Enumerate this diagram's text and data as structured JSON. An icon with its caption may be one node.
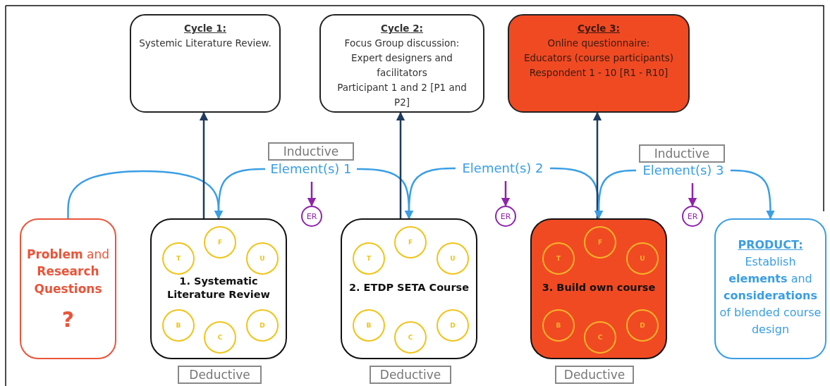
{
  "diagram": {
    "nodes": [
      {
        "text": [
          "Cycle 1:",
          "Systemic Literature Review."
        ]
      },
      {
        "text": [
          "Cycle 2:",
          "Focus Group discussion:",
          "Expert designers and facilitators",
          "Participant 1 and 2 [P1 and P2]"
        ]
      },
      {
        "text": [
          "Cycle 3:",
          "Online questionnaire:",
          "Educators (course participants)",
          "Respondent 1 - 10 [R1 - R10]"
        ]
      },
      {
        "text": [
          "Inductive"
        ]
      },
      {
        "text": [
          "Element(s) 1"
        ]
      },
      {
        "text": [
          "Element(s) 2"
        ]
      },
      {
        "text": [
          "Inductive"
        ]
      },
      {
        "text": [
          "Element(s) 3"
        ]
      },
      {
        "text": [
          "ER"
        ]
      },
      {
        "text": [
          "ER"
        ]
      },
      {
        "text": [
          "ER"
        ]
      },
      {
        "text": [
          "**Problem** and **Research Questions**",
          "?"
        ]
      },
      {
        "text": [
          "1.  Systematic Literature Review"
        ]
      },
      {
        "text": [
          "T"
        ],
        "in": 12
      },
      {
        "text": [
          "F"
        ],
        "in": 12
      },
      {
        "text": [
          "U"
        ],
        "in": 12
      },
      {
        "text": [
          "B"
        ],
        "in": 12
      },
      {
        "text": [
          "C"
        ],
        "in": 12
      },
      {
        "text": [
          "D"
        ],
        "in": 12
      },
      {
        "text": [
          "2.  ETDP SETA Course"
        ]
      },
      {
        "text": [
          "T"
        ],
        "in": 19
      },
      {
        "text": [
          "F"
        ],
        "in": 19
      },
      {
        "text": [
          "U"
        ],
        "in": 19
      },
      {
        "text": [
          "B"
        ],
        "in": 19
      },
      {
        "text": [
          "C"
        ],
        "in": 19
      },
      {
        "text": [
          "D"
        ],
        "in": 19
      },
      {
        "text": [
          "3.  Build own course"
        ]
      },
      {
        "text": [
          "T"
        ],
        "in": 26
      },
      {
        "text": [
          "F"
        ],
        "in": 26
      },
      {
        "text": [
          "U"
        ],
        "in": 26
      },
      {
        "text": [
          "B"
        ],
        "in": 26
      },
      {
        "text": [
          "C"
        ],
        "in": 26
      },
      {
        "text": [
          "D"
        ],
        "in": 26
      },
      {
        "text": [
          "PRODUCT:",
          "Establish **elements** and **considerations** of blended course design"
        ]
      },
      {
        "text": [
          "Deductive"
        ]
      },
      {
        "text": [
          "Deductive"
        ]
      },
      {
        "text": [
          "Deductive"
        ]
      }
    ],
    "edges": [
      {
        "from": 11,
        "to": 12,
        "arrow": "to"
      },
      {
        "from": 12,
        "to": 0,
        "arrow": "to",
        "color": "#1f3a5f"
      },
      {
        "from": 4,
        "to": 12,
        "arrow": "to"
      },
      {
        "from": 4,
        "to": 19,
        "arrow": "to"
      },
      {
        "from": 19,
        "to": 1,
        "arrow": "to",
        "color": "#1f3a5f"
      },
      {
        "from": 5,
        "to": 19,
        "arrow": "to"
      },
      {
        "from": 5,
        "to": 26,
        "arrow": "to"
      },
      {
        "from": 26,
        "to": 2,
        "arrow": "to",
        "color": "#1f3a5f"
      },
      {
        "from": 7,
        "to": 26,
        "arrow": "to"
      },
      {
        "from": 7,
        "to": 33,
        "arrow": "to"
      },
      {
        "from": 4,
        "to": 8,
        "arrow": "to",
        "color": "#8e24aa"
      },
      {
        "from": 5,
        "to": 9,
        "arrow": "to",
        "color": "#8e24aa"
      },
      {
        "from": 7,
        "to": 10,
        "arrow": "to",
        "color": "#8e24aa"
      }
    ]
  }
}
